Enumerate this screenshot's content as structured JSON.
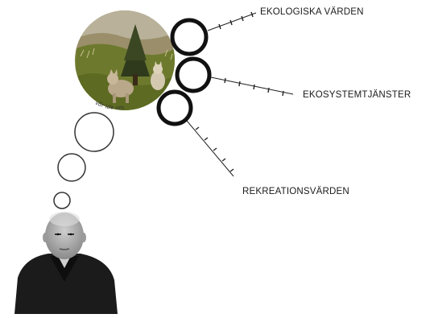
{
  "diagram": {
    "labels": {
      "ecological": "EKOLOGISKA VÄRDEN",
      "ecosystem": "EKOSYSTEMTJÄNSTER",
      "recreation": "REKREATIONSVÄRDEN"
    },
    "curved_caption": "vår ide om",
    "colors": {
      "ring": "#111111",
      "thought_bubble": "#333333",
      "line": "#222222",
      "moss": "#6d7a2e",
      "forest_dark": "#2f3a1c",
      "sky": "#cfc8b6"
    }
  }
}
